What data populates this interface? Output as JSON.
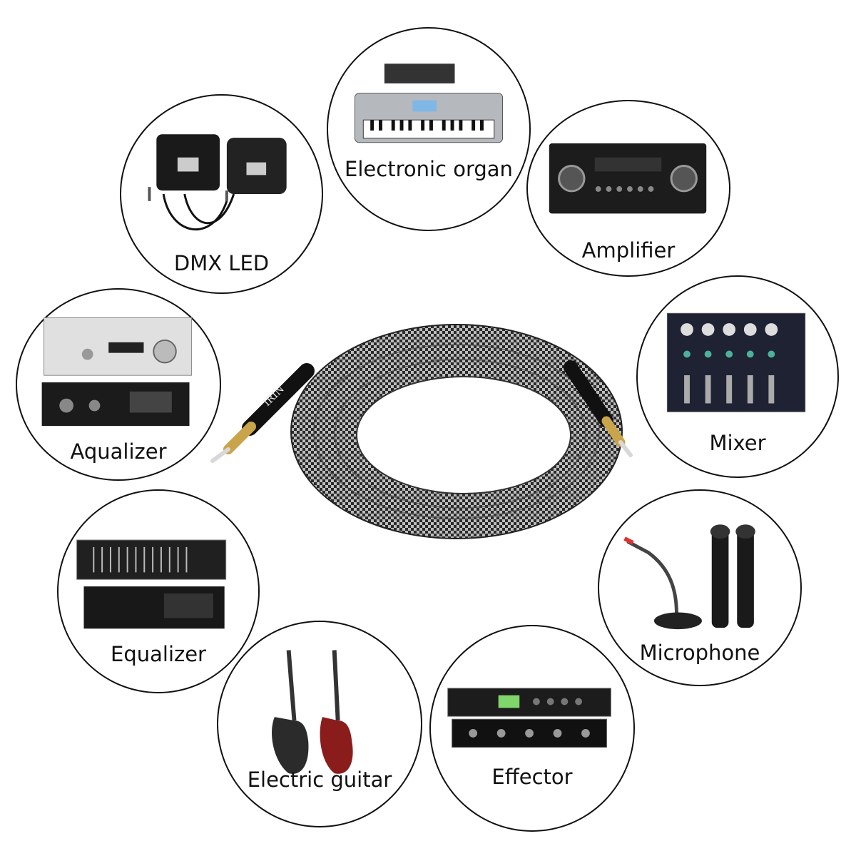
{
  "center": {
    "cable_brand": "IRIN"
  },
  "devices": [
    {
      "id": "electronic-organ",
      "label": "Electronic organ",
      "icon": "keyboard-icon"
    },
    {
      "id": "dmx-led",
      "label": "DMX LED",
      "icon": "stage-light-icon"
    },
    {
      "id": "amplifier",
      "label": "Amplifier",
      "icon": "amplifier-icon"
    },
    {
      "id": "aqualizer",
      "label": "Aqualizer",
      "icon": "audio-receiver-icon"
    },
    {
      "id": "mixer",
      "label": "Mixer",
      "icon": "mixer-console-icon"
    },
    {
      "id": "equalizer",
      "label": "Equalizer",
      "icon": "rack-equalizer-icon"
    },
    {
      "id": "microphone",
      "label": "Microphone",
      "icon": "microphone-icon"
    },
    {
      "id": "electric-guitar",
      "label": "Electric guitar",
      "icon": "electric-guitar-icon"
    },
    {
      "id": "effector",
      "label": "Effector",
      "icon": "rack-effector-icon"
    }
  ],
  "colors": {
    "cable_dark": "#2a2a2a",
    "cable_light": "#bdbdbd",
    "plug_gold": "#c9a44a",
    "ring": "#111111"
  }
}
